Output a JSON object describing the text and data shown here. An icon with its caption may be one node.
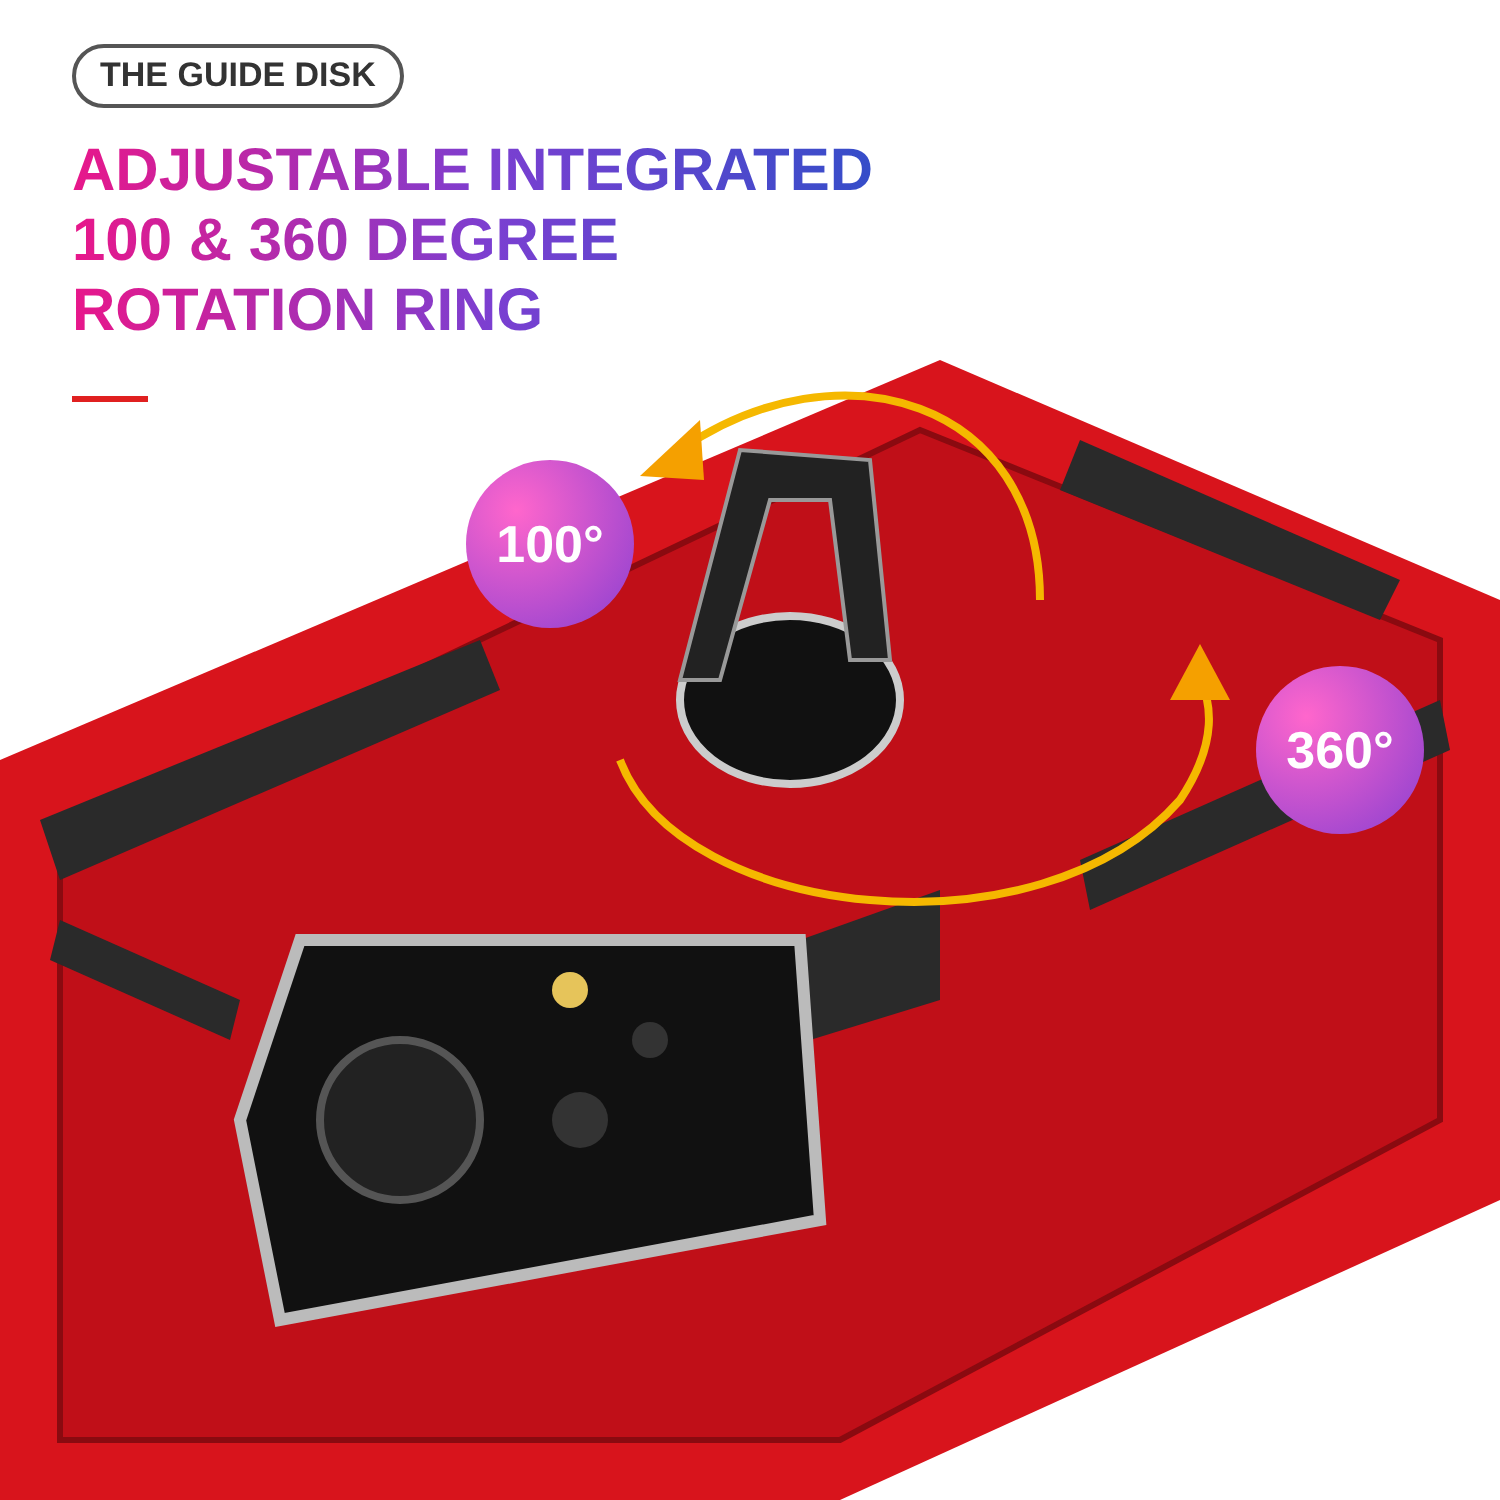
{
  "diagram": {
    "title": "ADJUSTABLE INTEGRATED 100 & 360 DEGREE ROTATION RING",
    "nodes": [
      {
        "text": [
          "THE GUIDE DISK"
        ]
      },
      {
        "text": [
          "100°"
        ]
      },
      {
        "text": [
          "360°"
        ]
      }
    ]
  }
}
